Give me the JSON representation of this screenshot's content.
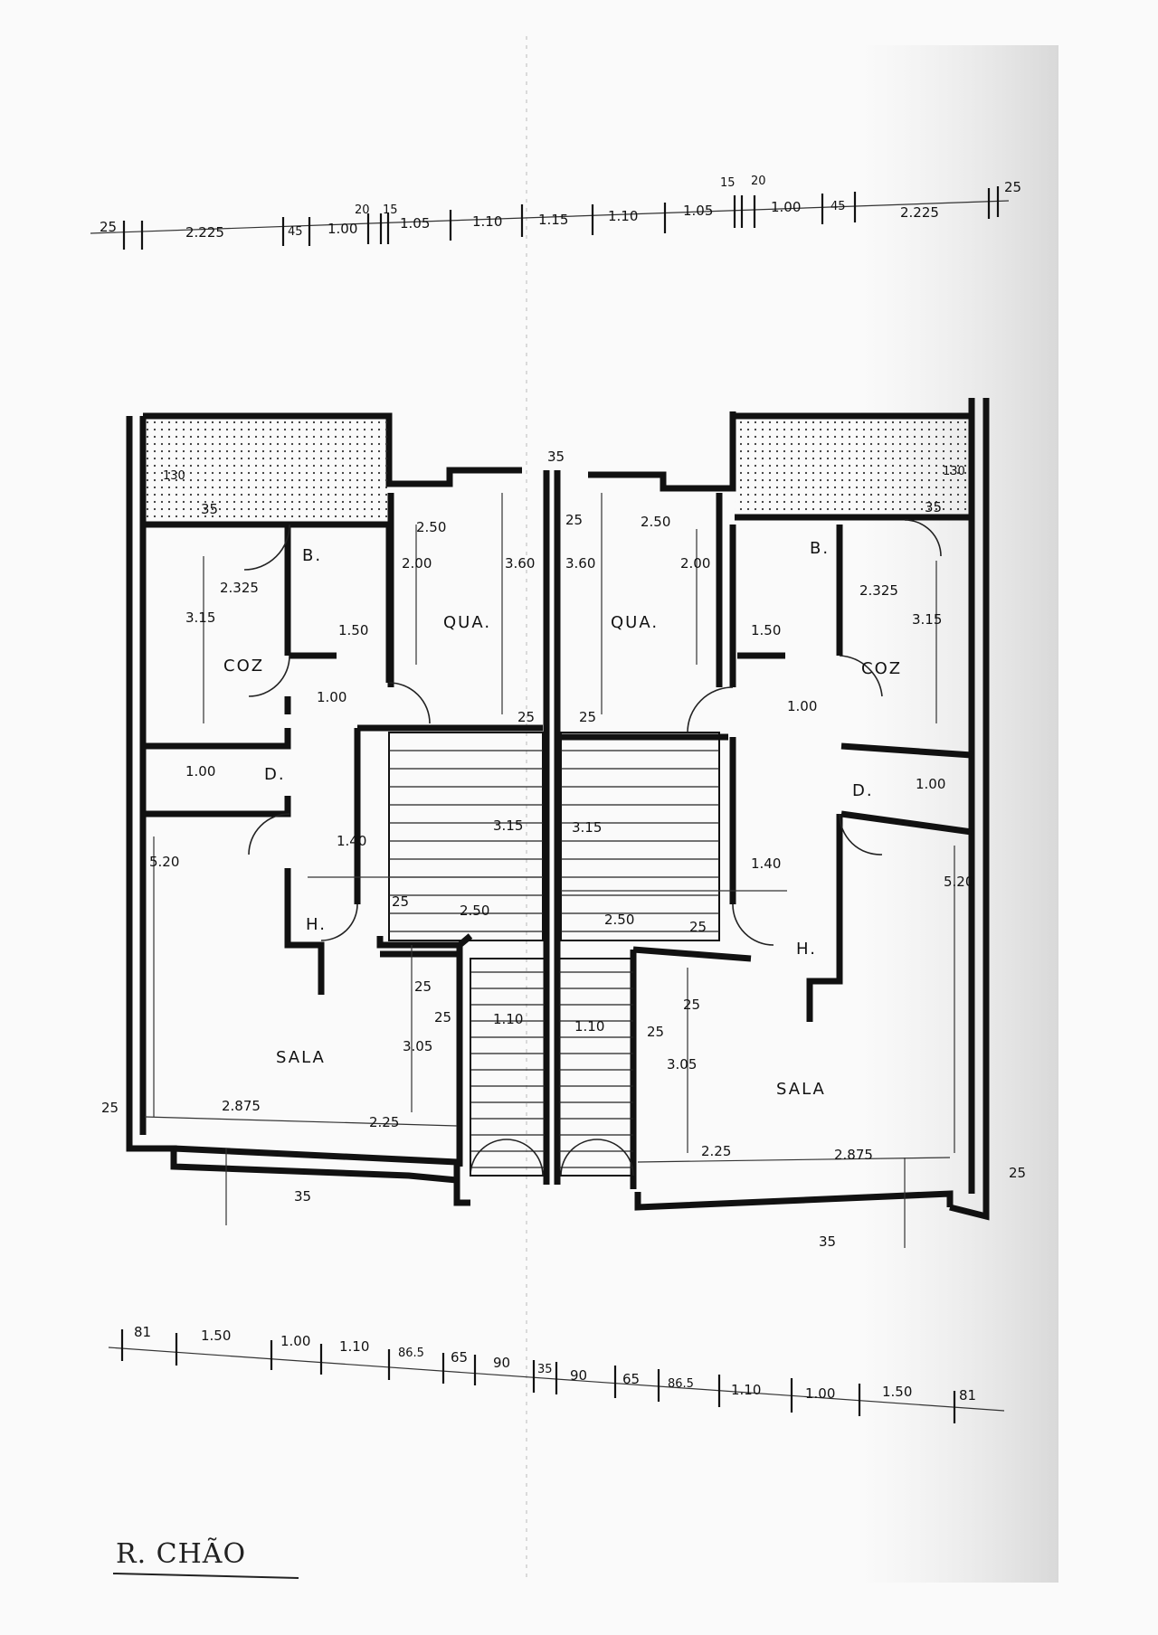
{
  "drawing": {
    "title": "R. CHÃO",
    "rooms": {
      "left_sala": "SALA",
      "right_sala": "SALA",
      "left_coz": "COZ",
      "right_coz": "COZ",
      "left_qua": "QUA.",
      "right_qua": "QUA.",
      "left_b": "B.",
      "right_b": "B.",
      "left_d": "D.",
      "right_d": "D.",
      "left_h": "H.",
      "right_h": "H."
    },
    "top_chain": [
      "25",
      "2.225",
      "45",
      "1.00",
      "20",
      "15",
      "1.05",
      "1.10",
      "1.15",
      "1.10",
      "1.05",
      "15",
      "20",
      "1.00",
      "45",
      "2.225",
      "25"
    ],
    "bottom_chain": [
      "81",
      "1.50",
      "1.00",
      "1.10",
      "86.5",
      "65",
      "90",
      "35",
      "90",
      "65",
      "86.5",
      "1.10",
      "1.00",
      "1.50",
      "81"
    ],
    "interior": {
      "l_130": "130",
      "r_130": "130",
      "l_35_patio": "35",
      "r_35_patio": "35",
      "center_35": "35",
      "l_250_qua": "2.50",
      "r_250_qua": "2.50",
      "l_200": "2.00",
      "r_200": "2.00",
      "l_360": "3.60",
      "r_360": "3.60",
      "mid_25_top": "25",
      "l_2325": "2.325",
      "r_2325": "2.325",
      "l_315_coz": "3.15",
      "r_315_coz": "3.15",
      "l_150": "1.50",
      "r_150": "1.50",
      "l_100_h": "1.00",
      "r_100_h": "1.00",
      "l_25_mid": "25",
      "r_25_mid": "25",
      "l_100_d": "1.00",
      "r_100_d": "1.00",
      "l_315_st": "3.15",
      "r_315_st": "3.15",
      "l_140": "1.40",
      "r_140": "1.40",
      "l_520": "5.20",
      "r_520": "5.20",
      "l_25_st": "25",
      "r_25_st": "25",
      "l_250_st": "2.50",
      "r_250_st": "2.50",
      "l_25_sala": "25",
      "r_25_sala": "25",
      "l_25_sala2": "25",
      "r_25_sala2": "25",
      "l_110": "1.10",
      "r_110": "1.10",
      "l_305": "3.05",
      "r_305": "3.05",
      "l_25_ext": "25",
      "r_25_ext": "25",
      "l_2875": "2.875",
      "r_2875": "2.875",
      "l_225": "2.25",
      "r_225": "2.25",
      "l_35_bot": "35",
      "r_35_bot": "35"
    }
  }
}
